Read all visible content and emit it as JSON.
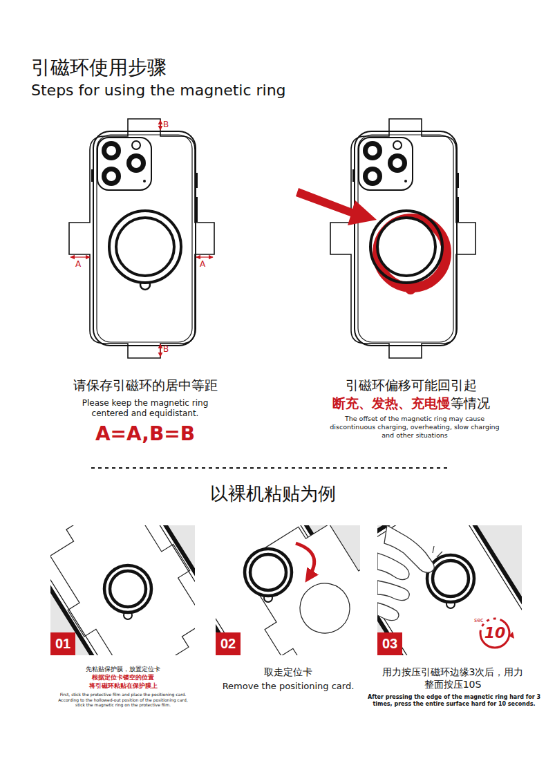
{
  "diagram": {
    "title": "引磁环使用步骤",
    "nodes": [
      {
        "text": [
          "01"
        ]
      },
      {
        "text": [
          "02"
        ]
      },
      {
        "text": [
          "03"
        ]
      }
    ],
    "edges": [],
    "labels": [
      "Steps for using the magnetic ring",
      "B",
      "A",
      "A",
      "B",
      "请保存引磁环的居中等距",
      "Please keep the magnetic ring centered and equidistant.",
      "A=A,B=B",
      "引磁环偏移可能回引起",
      "断充、发热、充电慢",
      "等情况",
      "The offset of the magnetic ring may cause discontinuous charging, overheating, slow charging and other situations",
      "以裸机粘贴为例",
      "sec",
      "10",
      "先粘贴保护膜，放置定位卡",
      "根据定位卡镂空的位置",
      "将引磁环粘贴在保护膜上",
      "First, stick the protective film and place the positioning card. According to the hollowed-out position of the positioning card, stick the magnetic ring on the protective film.",
      "取走定位卡",
      "Remove the positioning card.",
      "用力按压引磁环边缘3次后，用力整面按压10S",
      "After pressing the edge of the magnetic ring hard for 3 times, press the entire surface hard for 10 seconds."
    ]
  }
}
